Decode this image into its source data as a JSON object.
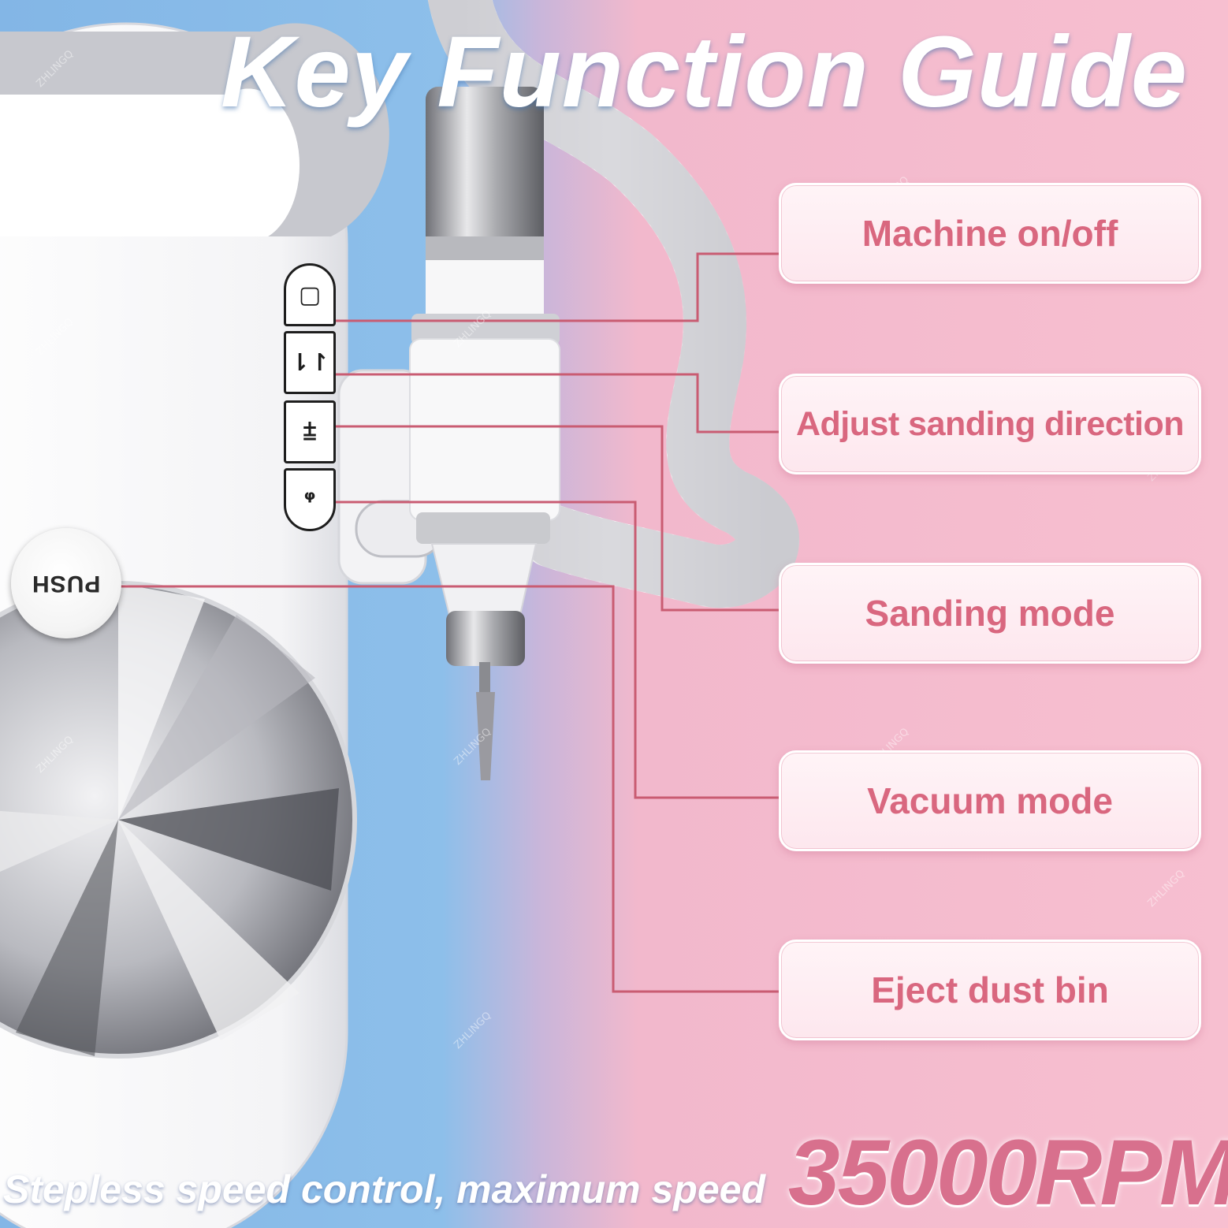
{
  "title": "Key Function Guide",
  "buttons": [
    {
      "icon": "power-square-icon",
      "glyph": "▢"
    },
    {
      "icon": "direction-arrows-icon",
      "glyph": "⇂↾"
    },
    {
      "icon": "sanding-mode-icon",
      "glyph": "⩲"
    },
    {
      "icon": "vacuum-mode-icon",
      "glyph": "ᵠ"
    }
  ],
  "push_label": "PUSH",
  "labels": [
    {
      "text": "Machine on/off"
    },
    {
      "text": "Adjust sanding direction"
    },
    {
      "text": "Sanding mode"
    },
    {
      "text": "Vacuum mode"
    },
    {
      "text": "Eject dust bin"
    }
  ],
  "footer": {
    "caption": "Stepless speed control, maximum speed",
    "speed": "35000RPM"
  },
  "watermark": "ZHLINGQ",
  "colors": {
    "accent": "#d9677f",
    "line": "#c95c72",
    "bg_left": "#8dbfea",
    "bg_right": "#f7bfd0"
  }
}
